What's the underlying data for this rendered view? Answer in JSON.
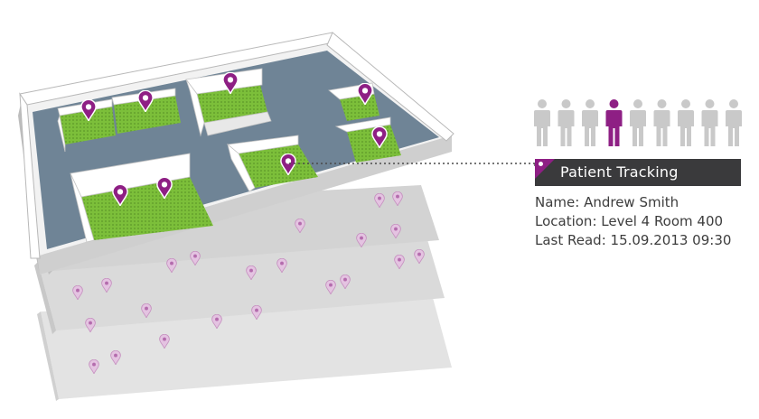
{
  "tag": {
    "title": "Patient Tracking"
  },
  "info": {
    "name": "Name: Andrew Smith",
    "location": "Location: Level 4 Room 400",
    "last_read": "Last Read: 15.09.2013  09:30"
  },
  "people": {
    "count": 9,
    "highlighted_index": 3
  },
  "colors": {
    "accent": "#8e1f84",
    "room_floor": "#7cbf3a",
    "corridor": "#6f8496",
    "person_gray": "#c9c9c9",
    "tag_bg": "#3a3a3c"
  },
  "icons": [
    "location-pin-icon",
    "person-icon"
  ]
}
